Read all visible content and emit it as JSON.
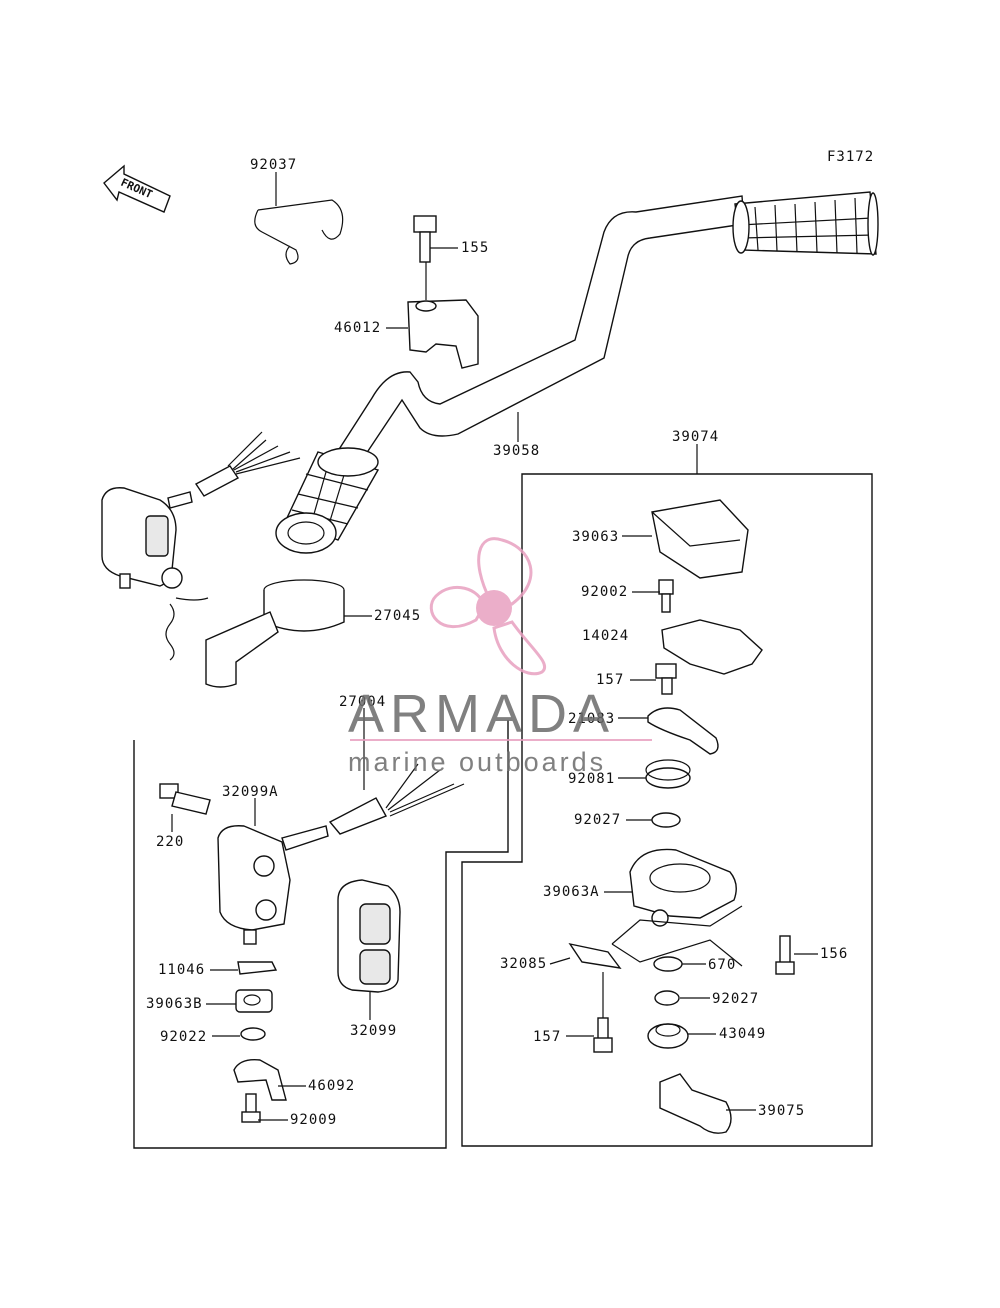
{
  "figure_code": "F3172",
  "front_label": "FRONT",
  "watermark": {
    "brand": "ARMADA",
    "tagline": "marine outboards",
    "accent_color": "#e8a0c0"
  },
  "parts": {
    "p92037": "92037",
    "p155": "155",
    "p46012": "46012",
    "p39058": "39058",
    "p39074": "39074",
    "p39063": "39063",
    "p92002": "92002",
    "p14024": "14024",
    "p157a": "157",
    "p21083": "21083",
    "p92081": "92081",
    "p92027a": "92027",
    "p39063A": "39063A",
    "p156": "156",
    "p32085": "32085",
    "p670": "670",
    "p92027b": "92027",
    "p157b": "157",
    "p43049": "43049",
    "p39075": "39075",
    "p27045": "27045",
    "p27004": "27004",
    "p32099A": "32099A",
    "p220": "220",
    "p11046": "11046",
    "p39063B": "39063B",
    "p92022": "92022",
    "p46092": "46092",
    "p92009": "92009",
    "p32099": "32099"
  }
}
